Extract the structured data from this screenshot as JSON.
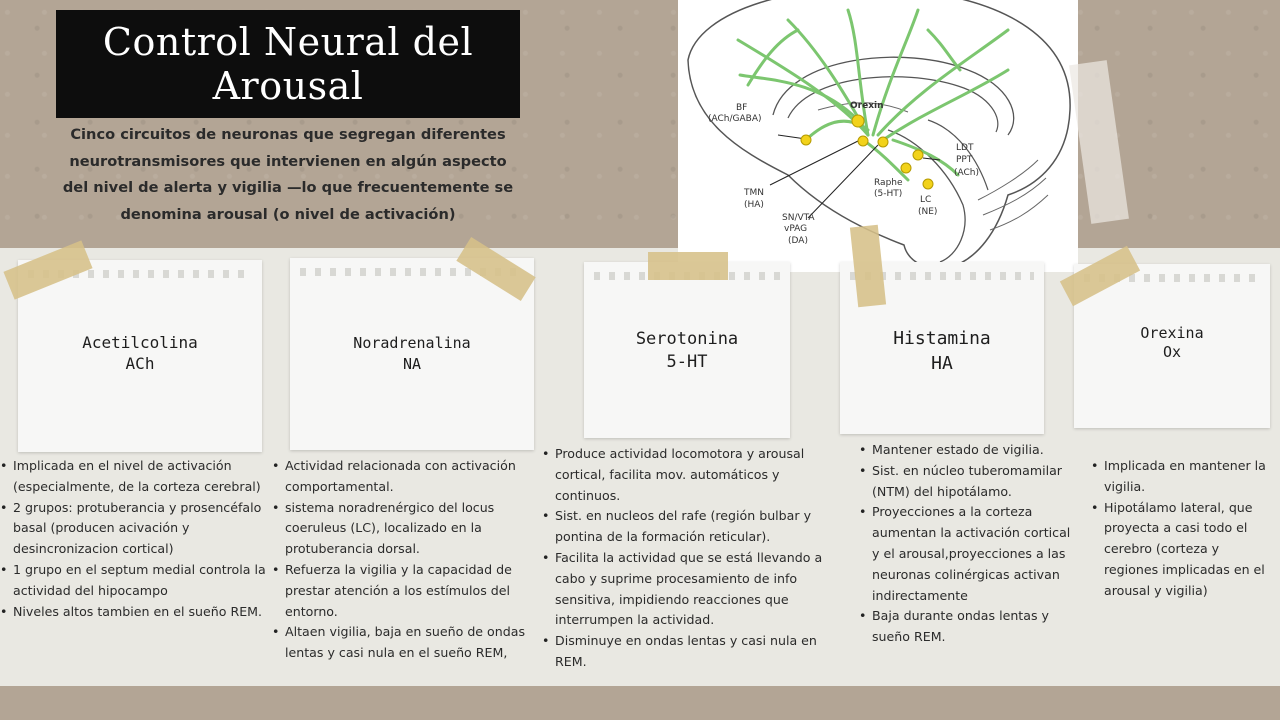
{
  "title": "Control Neural del Arousal",
  "subtitle": "Cinco circuitos de neuronas que segregan diferentes neurotransmisores que intervienen en algún aspecto del nivel de alerta y vigilia —lo que frecuentemente se denomina arousal (o nivel de activación)",
  "brain_diagram": {
    "labels": {
      "bf_1": "BF",
      "bf_2": "(ACh/GABA)",
      "orexin": "Orexin",
      "ldt": "LDT",
      "ppt": "PPT",
      "ach": "(ACh)",
      "raphe_1": "Raphe",
      "raphe_2": "(5-HT)",
      "lc_1": "LC",
      "lc_2": "(NE)",
      "tmn_1": "TMN",
      "tmn_2": "(HA)",
      "snvta_1": "SN/VTA",
      "snvta_2": "vPAG",
      "snvta_3": "(DA)"
    },
    "colors": {
      "pathway": "#7cc66f",
      "nucleus": "#f2d21a"
    }
  },
  "cards": [
    {
      "line1": "Acetilcolina",
      "line2": "ACh"
    },
    {
      "line1": "Noradrenalina",
      "line2": "NA"
    },
    {
      "line1": "Serotonina",
      "line2": "5-HT"
    },
    {
      "line1": "Histamina",
      "line2": "HA"
    },
    {
      "line1": "Orexina",
      "line2": "Ox"
    }
  ],
  "columns": [
    [
      "Implicada en el nivel de activación (especialmente, de la corteza cerebral)",
      "2 grupos: protuberancia y prosencéfalo basal (producen acivación y desincronizacion cortical)",
      "1 grupo en el septum medial controla la actividad del hipocampo",
      "Niveles altos tambien en el sueño REM."
    ],
    [
      "Actividad relacionada con activación comportamental.",
      "sistema noradrenérgico del locus coeruleus (LC), localizado en la protuberancia dorsal.",
      "Refuerza la vigilia y la capacidad de prestar atención a los estímulos del entorno.",
      "Altaen vigilia, baja en sueño de ondas lentas y casi nula en el sueño REM,"
    ],
    [
      "Produce actividad locomotora y arousal cortical, facilita mov. automáticos y continuos.",
      "Sist. en nucleos del rafe (región bulbar y pontina de la formación reticular).",
      "Facilita la actividad que se está llevando a cabo y suprime procesamiento de info sensitiva, impidiendo reacciones que interrumpen la actividad.",
      "Disminuye en ondas lentas y casi nula en REM."
    ],
    [
      "Mantener estado de vigilia.",
      "Sist. en núcleo tuberomamilar (NTM) del hipotálamo.",
      "Proyecciones a la corteza aumentan la activación cortical y el arousal,proyecciones a las neuronas colinérgicas activan indirectamente",
      "Baja durante ondas lentas y sueño REM."
    ],
    [
      "Implicada en mantener la vigilia.",
      "Hipotálamo lateral, que proyecta a casi todo el cerebro (corteza y regiones implicadas en el arousal y vigilia)"
    ]
  ]
}
